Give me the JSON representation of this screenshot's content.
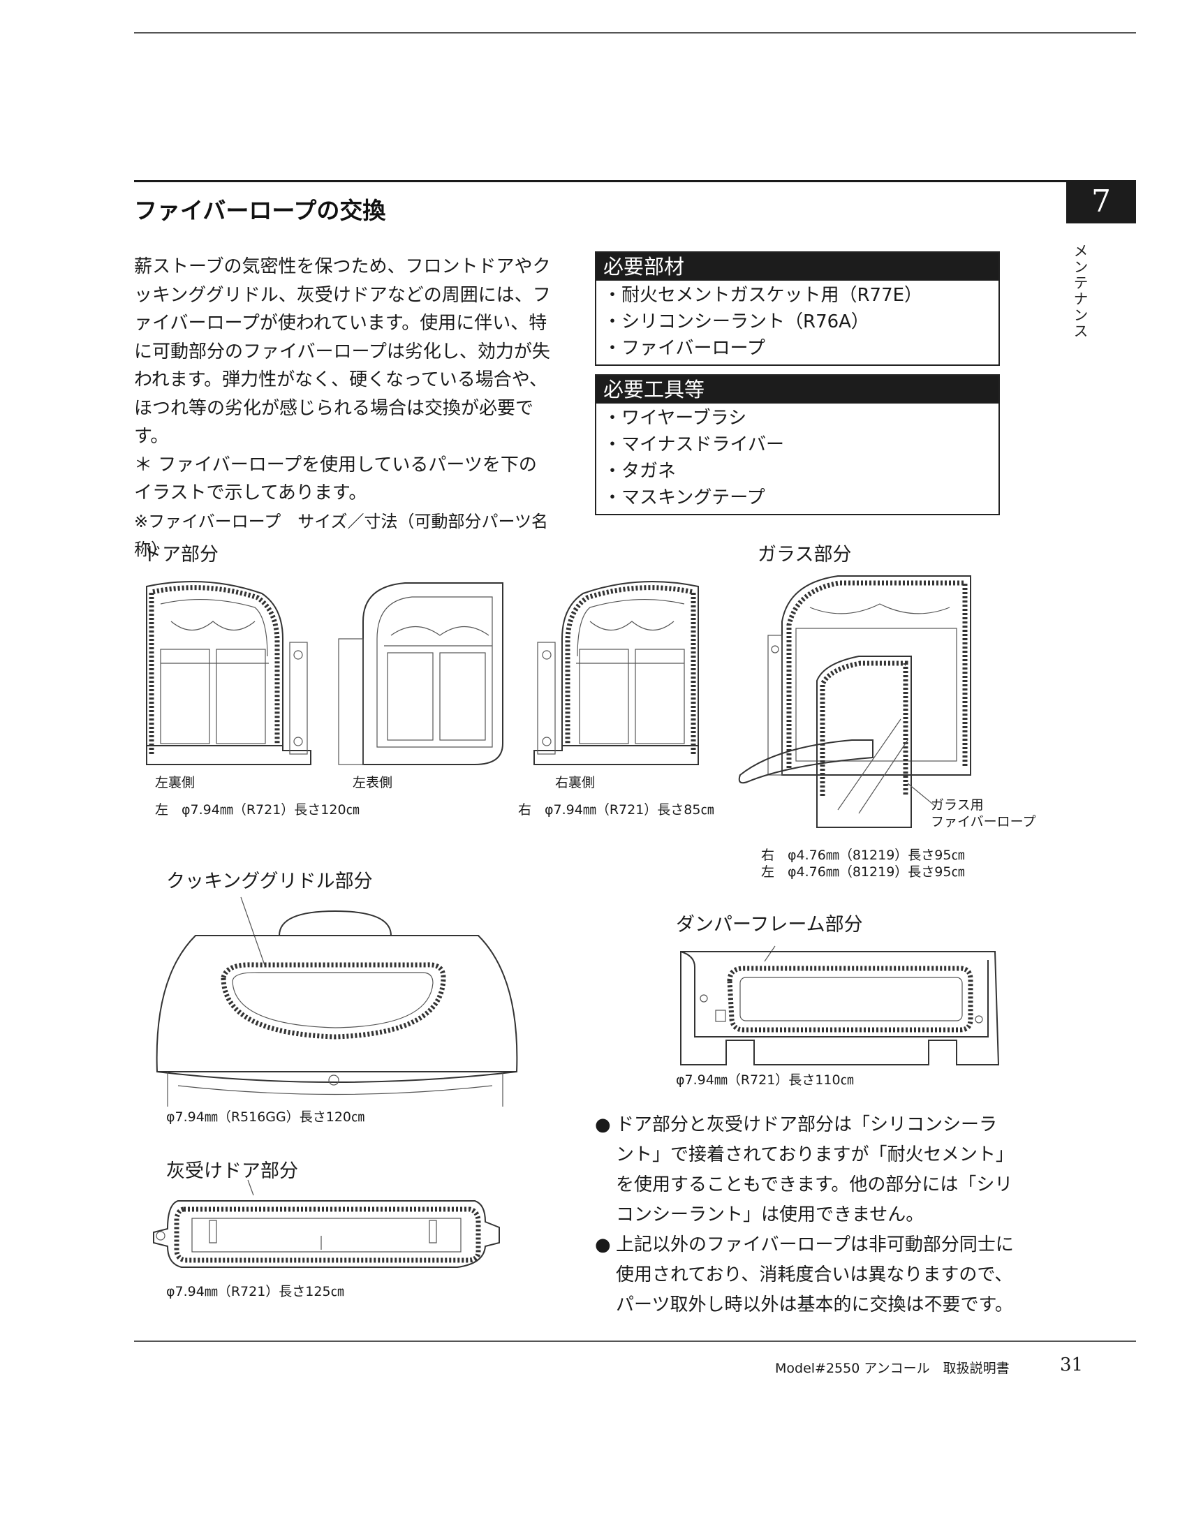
{
  "section": {
    "title": "ファイバーロープの交換",
    "chapter_number": "7",
    "side_label": "メンテナンス"
  },
  "intro": {
    "paragraph": "薪ストーブの気密性を保つため、フロントドアやクッキンググリドル、灰受けドアなどの周囲には、ファイバーロープが使われています。使用に伴い、特に可動部分のファイバーロープは劣化し、効力が失われます。弾力性がなく、硬くなっている場合や、ほつれ等の劣化が感じられる場合は交換が必要です。",
    "note1": "＊ ファイバーロープを使用しているパーツを下のイラストで示してあります。",
    "note2": "※ファイバーロープ　サイズ／寸法（可動部分パーツ名称）"
  },
  "required_parts": {
    "heading": "必要部材",
    "items": [
      "・耐火セメントガスケット用（R77E）",
      "・シリコンシーラント（R76A）",
      "・ファイバーロープ"
    ]
  },
  "required_tools": {
    "heading": "必要工具等",
    "items": [
      "・ワイヤーブラシ",
      "・マイナスドライバー",
      "・タガネ",
      "・マスキングテープ"
    ]
  },
  "door_section": {
    "label": "ドア部分",
    "captions": [
      "左裏側",
      "左表側",
      "右裏側"
    ],
    "spec_left": "左　φ7.94㎜（R721）長さ120㎝",
    "spec_right": "右　φ7.94㎜（R721）長さ85㎝"
  },
  "glass_section": {
    "label": "ガラス部分",
    "callout_line1": "ガラス用",
    "callout_line2": "ファイバーロープ",
    "spec_right": "右　φ4.76㎜（81219）長さ95㎝",
    "spec_left": "左　φ4.76㎜（81219）長さ95㎝"
  },
  "griddle_section": {
    "label": "クッキンググリドル部分",
    "spec": "φ7.94㎜（R516GG）長さ120㎝"
  },
  "damper_section": {
    "label": "ダンパーフレーム部分",
    "spec": "φ7.94㎜（R721）長さ110㎝"
  },
  "ash_door_section": {
    "label": "灰受けドア部分",
    "spec": "φ7.94㎜（R721）長さ125㎝"
  },
  "notes": {
    "bullet_symbol": "●",
    "note1": "ドア部分と灰受けドア部分は「シリコンシーラント」で接着されておりますが「耐火セメント」を使用することもできます。他の部分には「シリコンシーラント」は使用できません。",
    "note2": "上記以外のファイバーロープは非可動部分同士に使用されており、消耗度合いは異なりますので、パーツ取外し時以外は基本的に交換は不要です。"
  },
  "footer": {
    "model": "Model#2550 アンコール　取扱説明書",
    "page": "31"
  }
}
